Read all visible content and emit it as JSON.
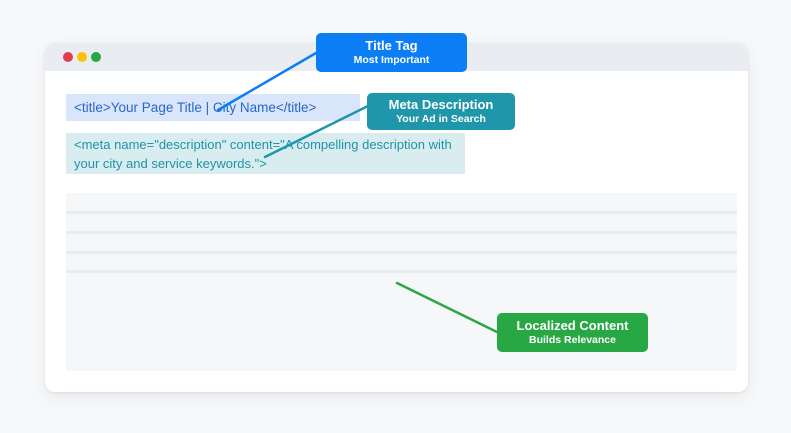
{
  "page": {
    "background": "#f7f8fa"
  },
  "browser_window": {
    "header": {
      "background": "#e9ecf0",
      "traffic_lights": [
        {
          "name": "close",
          "color": "#e03e50"
        },
        {
          "name": "minimize",
          "color": "#ffc107"
        },
        {
          "name": "maximize",
          "color": "#28a745"
        }
      ]
    },
    "code_snippets": {
      "title_tag": {
        "text": "<title>Your Page Title | City Name</title>",
        "background": "#d8e5fb",
        "text_color": "#2b67c4"
      },
      "meta_description": {
        "lines": [
          "<meta name=\"description\" content=\"A compelling description with",
          "your city and service keywords.\">"
        ],
        "background": "#d9edf1",
        "text_color": "#1e93a7"
      }
    },
    "placeholder_rows": {
      "count": 4,
      "background": "#f6f7f9",
      "separator_color": "#e9ebef"
    }
  },
  "callouts": {
    "title_tag": {
      "label": "Title Tag",
      "sublabel": "Most Important",
      "color": "#0b7ef5"
    },
    "meta_description": {
      "label": "Meta Description",
      "sublabel": "Your Ad in Search",
      "color": "#1f96aa"
    },
    "localized_content": {
      "label": "Localized Content",
      "sublabel": "Builds Relevance",
      "color": "#28a745"
    }
  }
}
